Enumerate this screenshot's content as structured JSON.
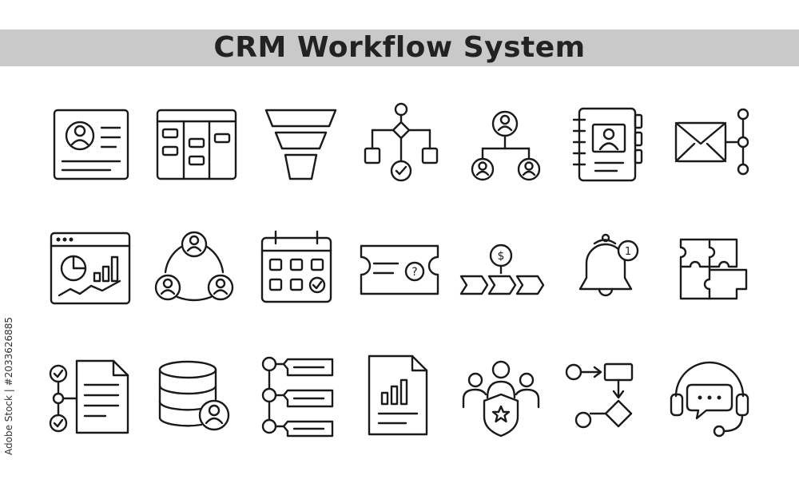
{
  "title": "CRM Workflow System",
  "side_text": "Adobe Stock | #2033626885",
  "icons": [
    {
      "name": "contact-card-icon",
      "row": 1,
      "col": 1
    },
    {
      "name": "kanban-board-icon",
      "row": 1,
      "col": 2
    },
    {
      "name": "sales-funnel-icon",
      "row": 1,
      "col": 3
    },
    {
      "name": "decision-flowchart-icon",
      "row": 1,
      "col": 4
    },
    {
      "name": "org-hierarchy-icon",
      "row": 1,
      "col": 5
    },
    {
      "name": "address-book-icon",
      "row": 1,
      "col": 6
    },
    {
      "name": "email-workflow-icon",
      "row": 1,
      "col": 7
    },
    {
      "name": "analytics-dashboard-icon",
      "row": 2,
      "col": 1
    },
    {
      "name": "team-cycle-icon",
      "row": 2,
      "col": 2
    },
    {
      "name": "calendar-schedule-icon",
      "row": 2,
      "col": 3
    },
    {
      "name": "support-ticket-icon",
      "row": 2,
      "col": 4
    },
    {
      "name": "sales-pipeline-icon",
      "row": 2,
      "col": 5
    },
    {
      "name": "notification-bell-icon",
      "row": 2,
      "col": 6,
      "badge": "1"
    },
    {
      "name": "puzzle-integration-icon",
      "row": 2,
      "col": 7
    },
    {
      "name": "checklist-document-icon",
      "row": 3,
      "col": 1
    },
    {
      "name": "customer-database-icon",
      "row": 3,
      "col": 2
    },
    {
      "name": "task-timeline-icon",
      "row": 3,
      "col": 3
    },
    {
      "name": "report-document-icon",
      "row": 3,
      "col": 4
    },
    {
      "name": "customer-protection-icon",
      "row": 3,
      "col": 5
    },
    {
      "name": "process-flow-icon",
      "row": 3,
      "col": 6
    },
    {
      "name": "customer-support-headset-icon",
      "row": 3,
      "col": 7
    }
  ],
  "colors": {
    "title_bar": "#c9c9c9",
    "title_text": "#222222",
    "icon_stroke": "#1a1a1a",
    "background": "#ffffff"
  }
}
